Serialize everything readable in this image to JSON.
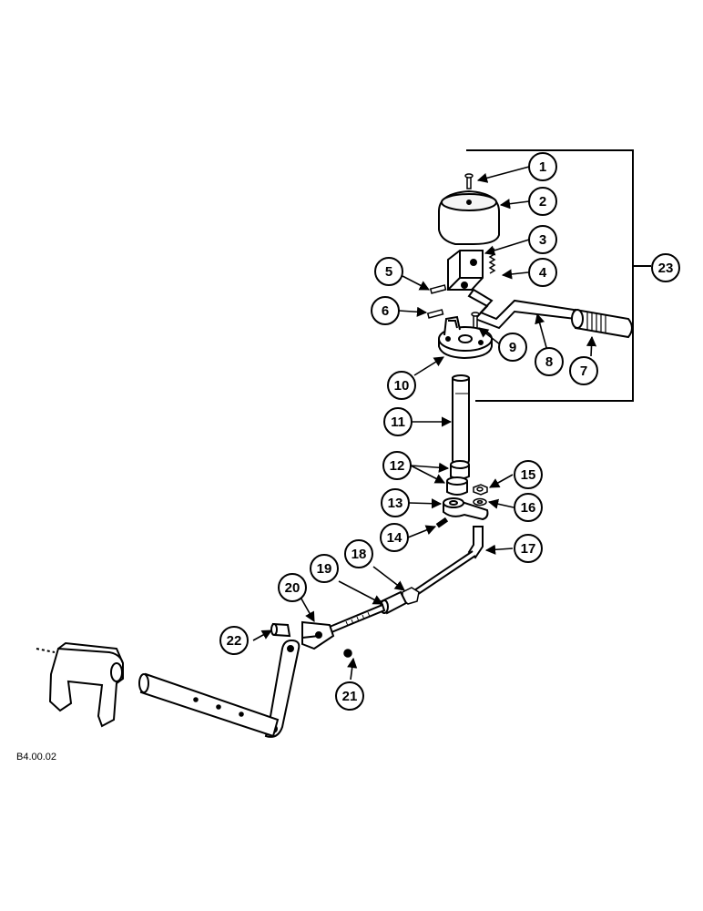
{
  "diagram": {
    "callouts": [
      "1",
      "2",
      "3",
      "4",
      "5",
      "6",
      "7",
      "8",
      "9",
      "10",
      "11",
      "12",
      "13",
      "14",
      "15",
      "16",
      "17",
      "18",
      "19",
      "20",
      "21",
      "22",
      "23"
    ],
    "footer_code": "B4.00.02"
  }
}
